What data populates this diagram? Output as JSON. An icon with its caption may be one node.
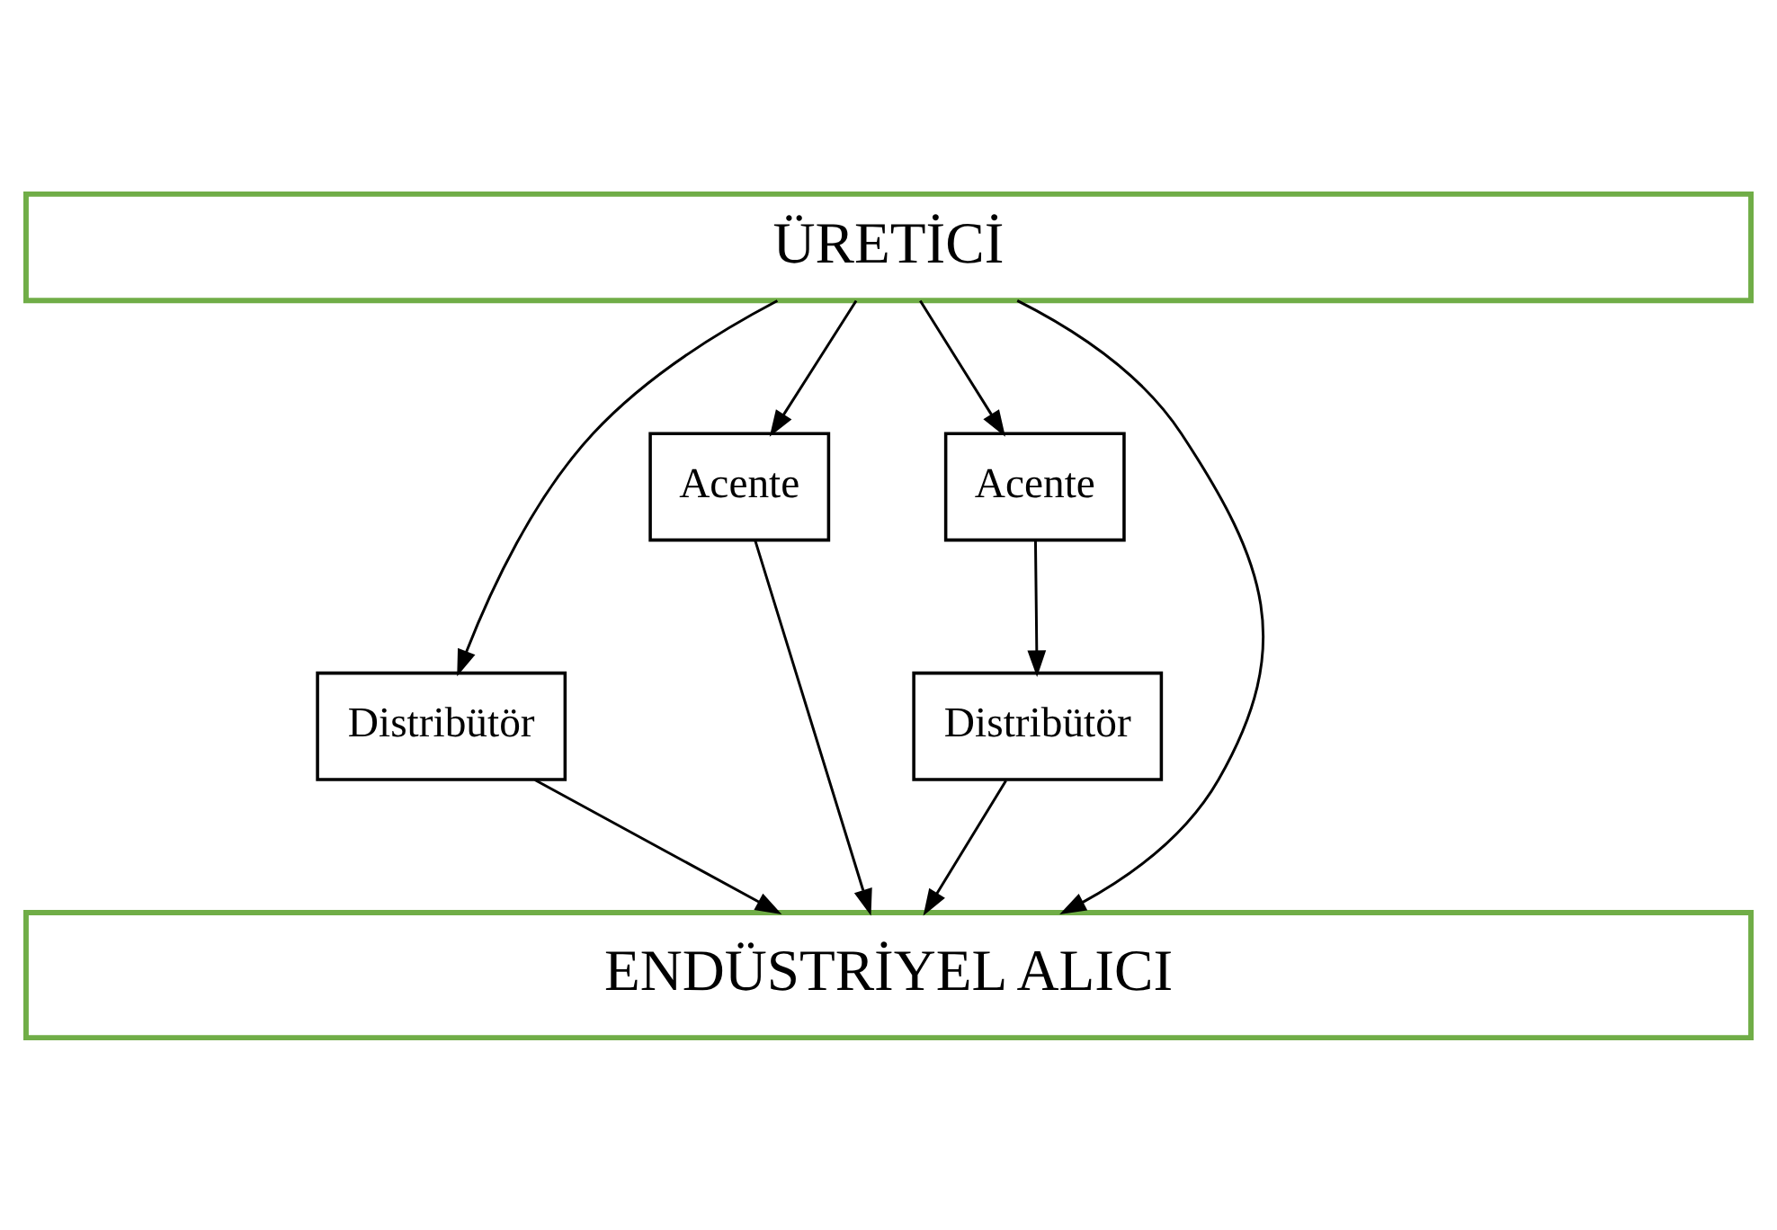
{
  "diagram": {
    "nodes": [
      {
        "text": [
          "ÜRETİCİ"
        ]
      },
      {
        "text": [
          "Distribütör"
        ]
      },
      {
        "text": [
          "Acente"
        ]
      },
      {
        "text": [
          "Acente"
        ]
      },
      {
        "text": [
          "Distribütör"
        ]
      },
      {
        "text": [
          "ENDÜSTRİYEL ALICI"
        ]
      }
    ],
    "edges": [
      {
        "from": 0,
        "to": 5,
        "arrow": "to"
      },
      {
        "from": 0,
        "to": 1,
        "arrow": "to"
      },
      {
        "from": 1,
        "to": 5,
        "arrow": "to"
      },
      {
        "from": 0,
        "to": 2,
        "arrow": "to"
      },
      {
        "from": 2,
        "to": 5,
        "arrow": "to"
      },
      {
        "from": 0,
        "to": 3,
        "arrow": "to"
      },
      {
        "from": 3,
        "to": 4,
        "arrow": "to"
      },
      {
        "from": 4,
        "to": 5,
        "arrow": "to"
      }
    ]
  }
}
